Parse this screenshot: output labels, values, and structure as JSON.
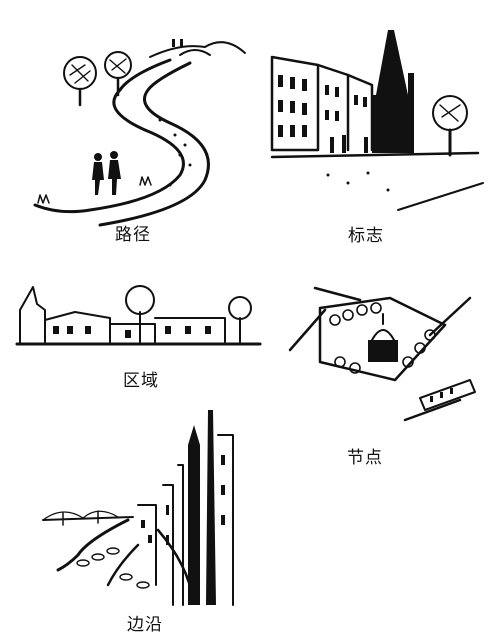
{
  "elements": [
    {
      "key": "path",
      "label": "路径"
    },
    {
      "key": "landmark",
      "label": "标志"
    },
    {
      "key": "district",
      "label": "区域"
    },
    {
      "key": "node",
      "label": "节点"
    },
    {
      "key": "edge",
      "label": "边沿"
    }
  ],
  "colors": {
    "ink": "#111111",
    "paper": "#ffffff"
  }
}
